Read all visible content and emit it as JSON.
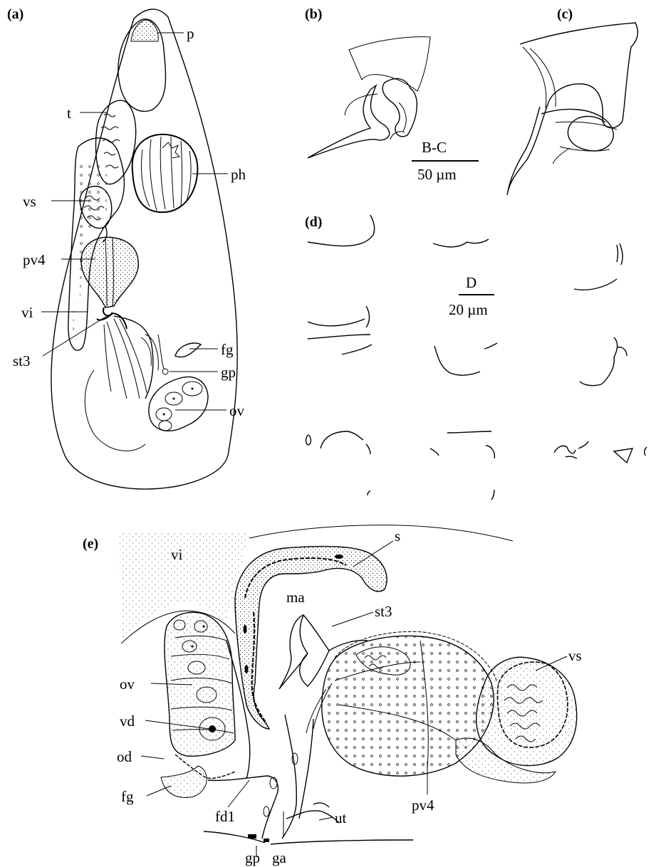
{
  "panels": {
    "a": {
      "tag": "(a)",
      "labels": {
        "p": "p",
        "t": "t",
        "ph": "ph",
        "vs": "vs",
        "pv4": "pv4",
        "vi": "vi",
        "st3": "st3",
        "fg": "fg",
        "gp": "gp",
        "ov": "ov"
      }
    },
    "b": {
      "tag": "(b)"
    },
    "c": {
      "tag": "(c)"
    },
    "scale_bc": {
      "name": "B-C",
      "value": "50 µm"
    },
    "d": {
      "tag": "(d)"
    },
    "scale_d": {
      "name": "D",
      "value": "20 µm"
    },
    "e": {
      "tag": "(e)",
      "labels": {
        "vi": "vi",
        "s": "s",
        "ma": "ma",
        "st3": "st3",
        "vs": "vs",
        "ov": "ov",
        "vd": "vd",
        "od": "od",
        "fg": "fg",
        "fd1": "fd1",
        "ut": "ut",
        "pv4": "pv4",
        "gp": "gp",
        "ga": "ga"
      }
    }
  },
  "colors": {
    "ink": "#000000",
    "background": "#ffffff"
  }
}
